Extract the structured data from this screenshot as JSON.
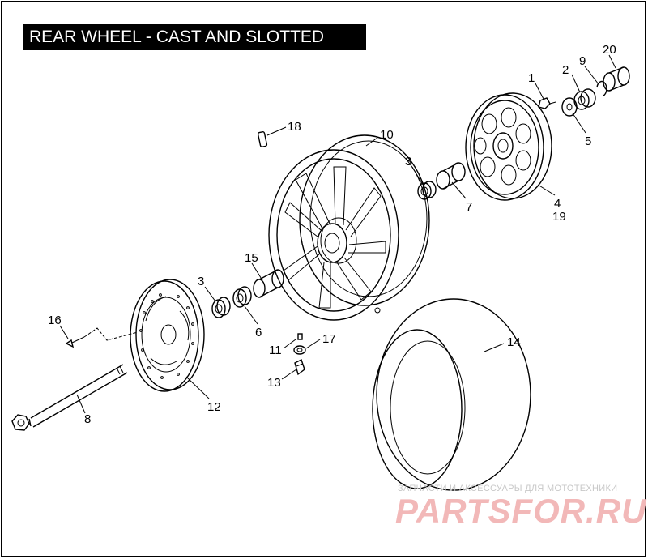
{
  "title": "REAR WHEEL - CAST AND SLOTTED",
  "callouts": {
    "c1": "1",
    "c2": "2",
    "c9": "9",
    "c20": "20",
    "c5": "5",
    "c18": "18",
    "c10": "10",
    "c3a": "3",
    "c7": "7",
    "c4": "4",
    "c19": "19",
    "c15": "15",
    "c3b": "3",
    "c6": "6",
    "c16": "16",
    "c11": "11",
    "c17": "17",
    "c14": "14",
    "c13": "13",
    "c12": "12",
    "c8": "8"
  },
  "watermark": {
    "tagline": "ЗАПЧАСТИ И АКСЕССУАРЫ ДЛЯ МОТОТЕХНИКИ",
    "logo": "PARTSFOR.RU"
  }
}
